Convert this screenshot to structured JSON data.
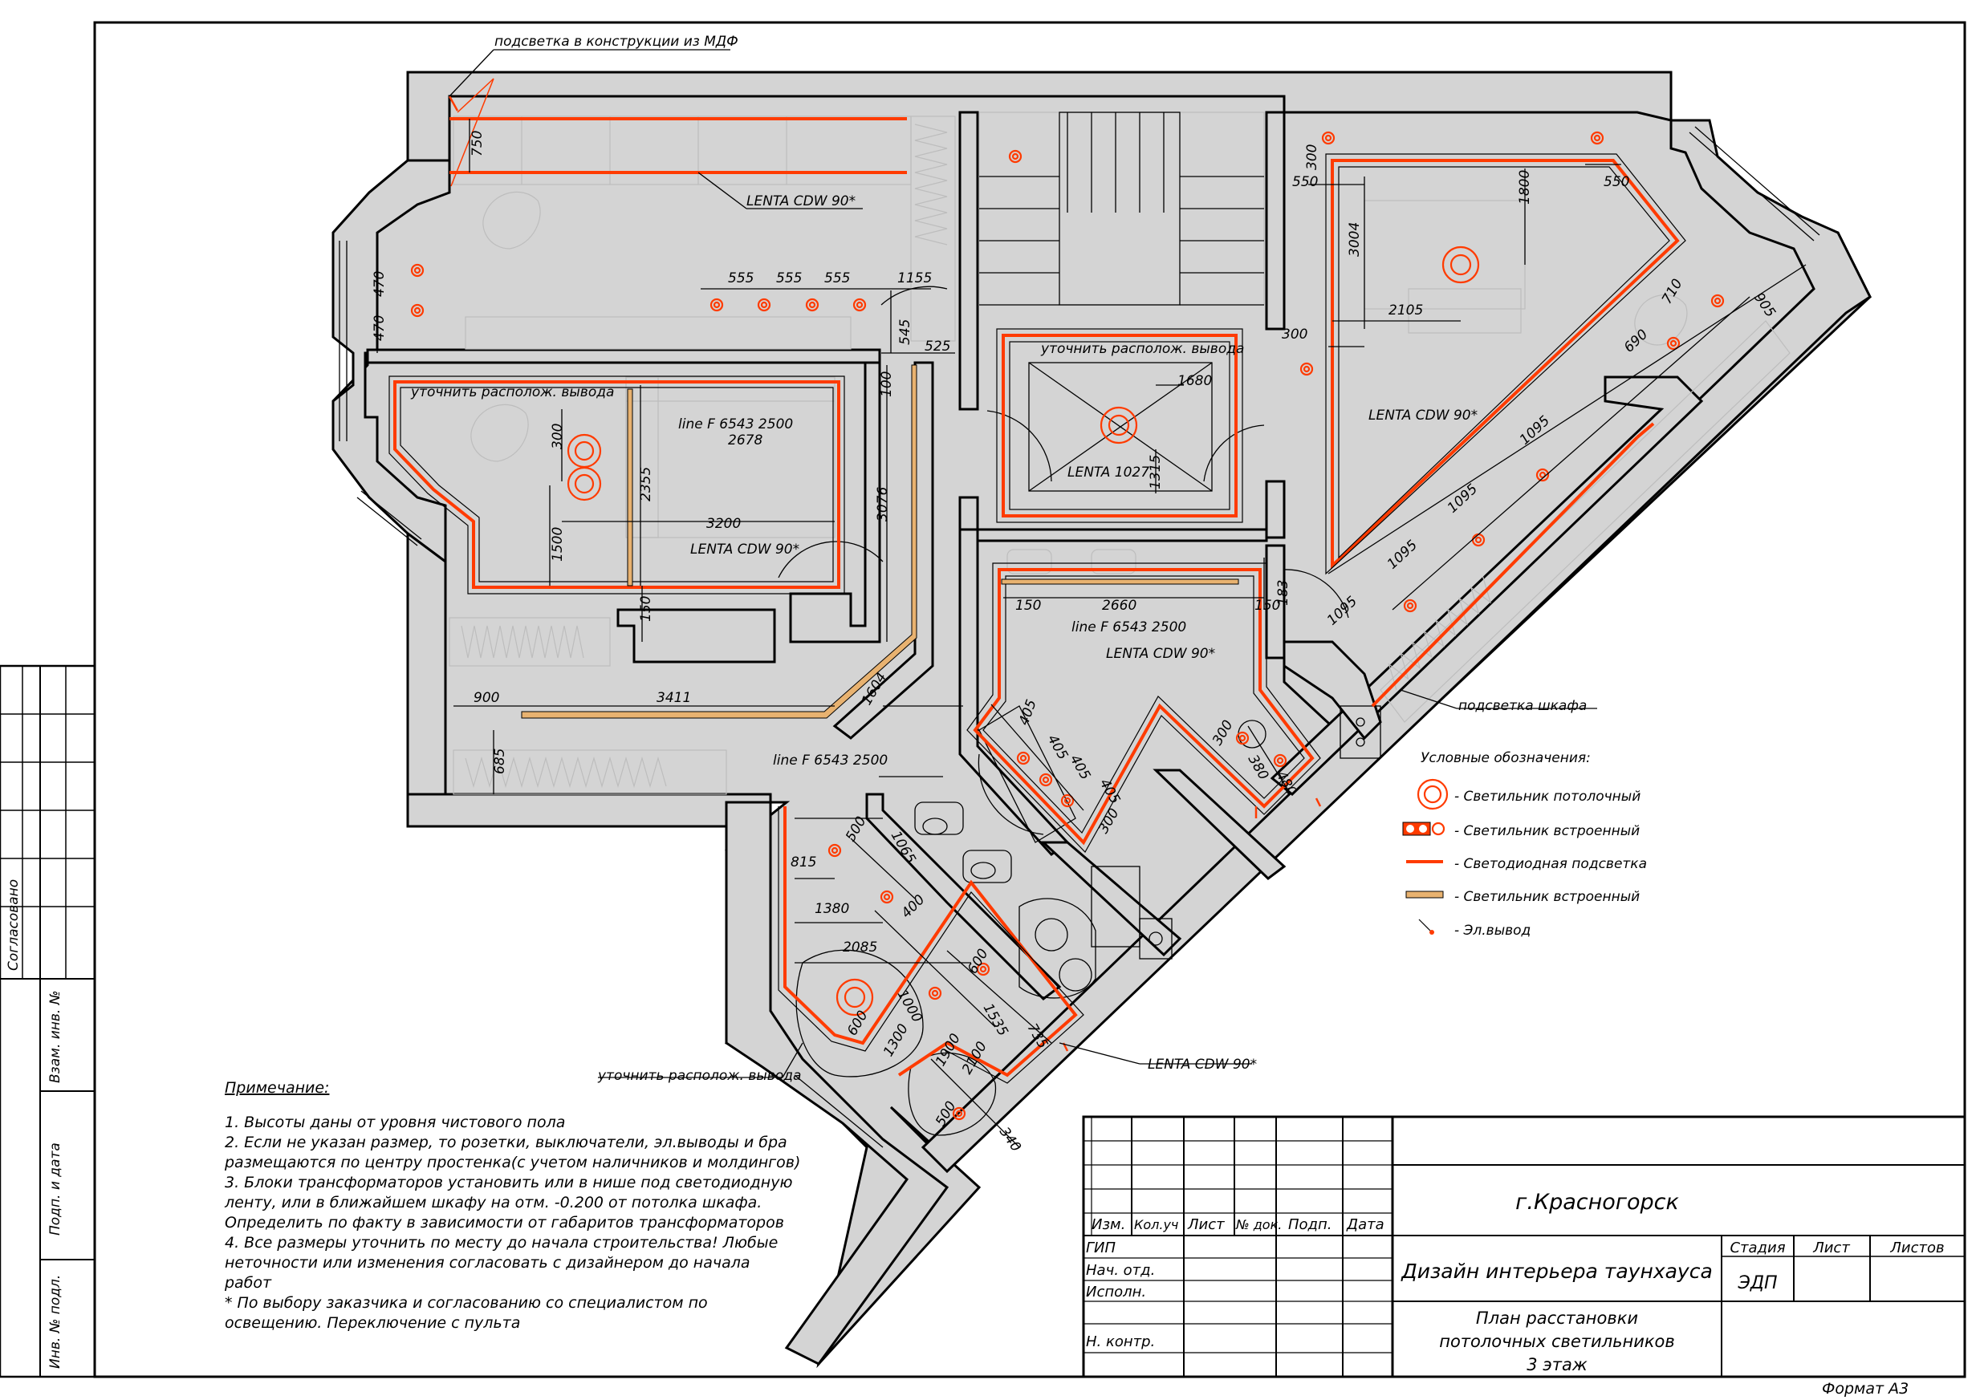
{
  "plan_labels": {
    "mdf_light": "подсветка в конструкции из МДФ",
    "lenta_1": "LENTA CDW 90*",
    "lenta_2": "LENTA CDW 90*",
    "lenta_3": "LENTA CDW 90*",
    "lenta_4": "LENTA CDW 90*",
    "lenta_5": "LENTA CDW 90*",
    "lenta_1027": "LENTA 1027",
    "clarify_1": "уточнить располож. вывода",
    "clarify_2": "уточнить располож. вывода",
    "clarify_3": "уточнить располож. вывода",
    "line_1": "line F 6543 2500",
    "line_2": "line F 6543 2500",
    "line_3": "line F 6543 2500",
    "wardrobe_light": "подсветка шкафа"
  },
  "dimensions": {
    "d750": "750",
    "d470a": "470",
    "d470b": "470",
    "d555a": "555",
    "d555b": "555",
    "d555c": "555",
    "d1155": "1155",
    "d545": "545",
    "d525": "525",
    "d100": "100",
    "d300a": "300",
    "d2678": "2678",
    "d2355": "2355",
    "d3200": "3200",
    "d1500": "1500",
    "d3076": "3076",
    "d150a": "150",
    "d900": "900",
    "d3411": "3411",
    "d685": "685",
    "d1604": "1604",
    "d1680": "1680",
    "d1315": "1315",
    "d300b": "300",
    "d550a": "550",
    "d550b": "550",
    "d1800": "1800",
    "d3004": "3004",
    "d2105": "2105",
    "d300c": "300",
    "d710": "710",
    "d905": "905",
    "d690": "690",
    "d1095a": "1095",
    "d1095b": "1095",
    "d1095c": "1095",
    "d1095d": "1095",
    "d183": "183",
    "d150b": "150",
    "d2660": "2660",
    "d150c": "150",
    "d405a": "405",
    "d405b": "405",
    "d405c": "405",
    "d405d": "405",
    "d300d": "300",
    "d380": "380",
    "d480": "480",
    "d300e": "300",
    "d815": "815",
    "d500a": "500",
    "d1065": "1065",
    "d1380": "1380",
    "d400": "400",
    "d2085": "2085",
    "d600a": "600",
    "d1000": "1000",
    "d1535": "1535",
    "d1300": "1300",
    "d600b": "600",
    "d1900": "1900",
    "d2100": "2100",
    "d735": "735",
    "d500b": "500",
    "d340": "340"
  },
  "legend": {
    "title": "Условные обозначения:",
    "items": [
      "- Светильник потолочный",
      "- Светильник встроенный",
      "- Светодиодная подсветка",
      "- Светильник встроенный",
      "- Эл.вывод"
    ]
  },
  "notes": {
    "title": "Примечание:",
    "lines": [
      "1. Высоты даны от уровня чистового пола",
      "2. Если не указан размер, то розетки, выключатели, эл.выводы и бра",
      "размещаются по центру простенка(с учетом наличников и молдингов)",
      "3.  Блоки трансформаторов установить или в нише под светодиодную",
      "ленту, или в ближайшем шкафу на отм. -0.200 от потолка шкафа.",
      "Определить по факту в зависимости от габаритов трансформаторов",
      "4. Все размеры уточнить по месту до начала строительства! Любые",
      "неточности или изменения согласовать с дизайнером до начала",
      "работ",
      "* По выбору заказчика и согласованию со специалистом по",
      "освещению. Переключение с пульта"
    ]
  },
  "left_stamp": {
    "agreed": "Согласовано",
    "inv_change": "Взам. инв. №",
    "sign_date": "Подп. и дата",
    "inv_orig": "Инв. № подл."
  },
  "title_block": {
    "city": "г.Красногорск",
    "headers": [
      "Изм.",
      "Кол.уч",
      "Лист",
      "№ док.",
      "Подп.",
      "Дата"
    ],
    "roles": [
      "ГИП",
      "Нач. отд.",
      "Исполн.",
      "",
      "Н. контр."
    ],
    "project": "Дизайн интерьера таунхауса",
    "stage_label": "Стадия",
    "sheet_label": "Лист",
    "sheets_label": "Листов",
    "stage_value": "ЭДП",
    "drawing_line1": "План расстановки",
    "drawing_line2": "потолочных светильников",
    "drawing_line3": "3 этаж",
    "format": "Формат  А3"
  },
  "colors": {
    "led": "#ff3b00",
    "wall_fill": "#d4d4d4",
    "strip": "#e8b270"
  }
}
